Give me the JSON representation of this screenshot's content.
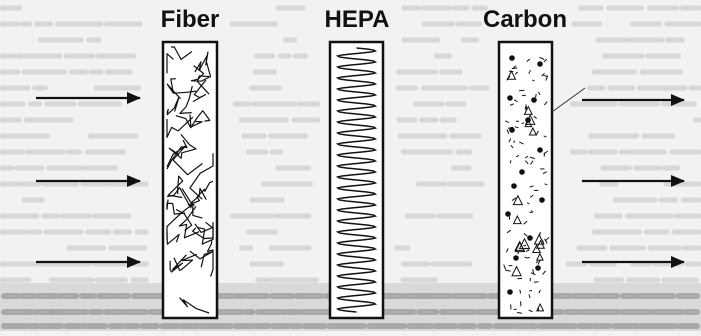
{
  "filters": [
    {
      "label": "Fiber",
      "media": "tangled-fibers"
    },
    {
      "label": "HEPA",
      "media": "pleated-wave"
    },
    {
      "label": "Carbon",
      "media": "activated-carbon-granules"
    }
  ],
  "arrows": {
    "incoming_count": 3,
    "outgoing_count": 3
  },
  "colors": {
    "background": "#f2f2f2",
    "ink": "#111111",
    "panel": "#ffffff",
    "backdrop_text": "#c8c8c8"
  }
}
